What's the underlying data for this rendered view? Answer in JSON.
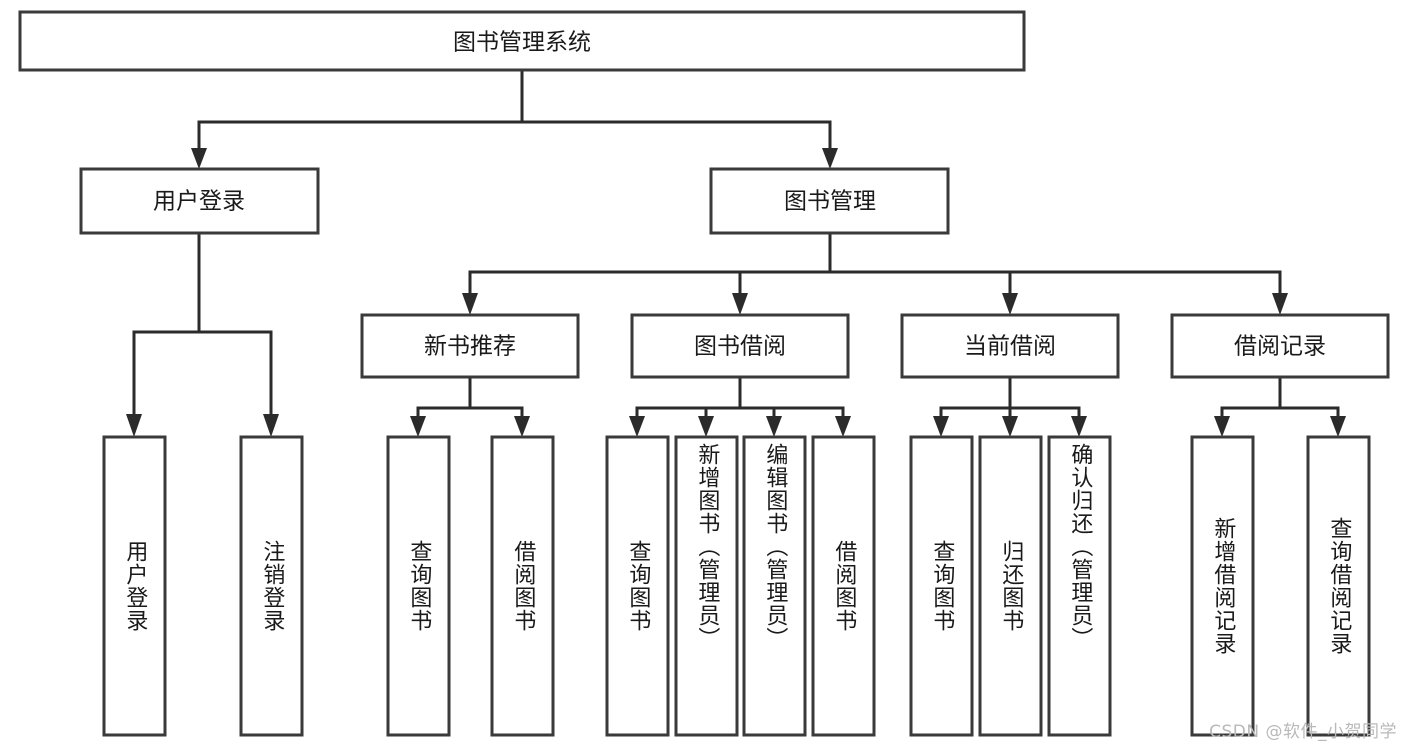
{
  "diagram": {
    "type": "tree-hierarchy",
    "title": "图书管理系统",
    "root": {
      "label": "图书管理系统",
      "id": "root"
    },
    "level1": [
      {
        "id": "user-login",
        "label": "用户登录"
      },
      {
        "id": "book-manage",
        "label": "图书管理"
      }
    ],
    "level2": [
      {
        "id": "new-book-recommend",
        "label": "新书推荐",
        "parent": "book-manage"
      },
      {
        "id": "book-borrow",
        "label": "图书借阅",
        "parent": "book-manage"
      },
      {
        "id": "current-borrow",
        "label": "当前借阅",
        "parent": "book-manage"
      },
      {
        "id": "borrow-record",
        "label": "借阅记录",
        "parent": "book-manage"
      }
    ],
    "leaves": [
      {
        "id": "leaf-user-login",
        "label": "用户登录",
        "parent": "user-login"
      },
      {
        "id": "leaf-logout-login",
        "label": "注销登录",
        "parent": "user-login"
      },
      {
        "id": "leaf-query-book-1",
        "label": "查询图书",
        "parent": "new-book-recommend"
      },
      {
        "id": "leaf-borrow-book-1",
        "label": "借阅图书",
        "parent": "new-book-recommend"
      },
      {
        "id": "leaf-query-book-2",
        "label": "查询图书",
        "parent": "book-borrow"
      },
      {
        "id": "leaf-add-book",
        "label": "新增图书（管理员）",
        "parent": "book-borrow"
      },
      {
        "id": "leaf-edit-book",
        "label": "编辑图书（管理员）",
        "parent": "book-borrow"
      },
      {
        "id": "leaf-borrow-book-2",
        "label": "借阅图书",
        "parent": "book-borrow"
      },
      {
        "id": "leaf-query-book-3",
        "label": "查询图书",
        "parent": "current-borrow"
      },
      {
        "id": "leaf-return-book",
        "label": "归还图书",
        "parent": "current-borrow"
      },
      {
        "id": "leaf-confirm-return",
        "label": "确认归还（管理员）",
        "parent": "current-borrow"
      },
      {
        "id": "leaf-add-record",
        "label": "新增借阅记录",
        "parent": "borrow-record"
      },
      {
        "id": "leaf-query-record",
        "label": "查询借阅记录",
        "parent": "borrow-record"
      }
    ],
    "colors": {
      "box_stroke": "#3a3a3a",
      "connector": "#2b2b2b",
      "background": "#ffffff",
      "text": "#1a1a1a",
      "watermark": "#b9b9b9"
    }
  },
  "watermark": {
    "text": "CSDN @软件_小贺同学"
  }
}
